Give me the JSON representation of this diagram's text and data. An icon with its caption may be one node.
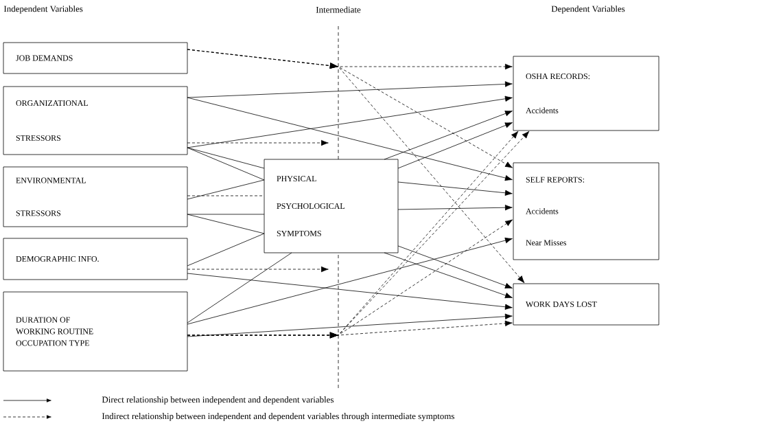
{
  "diagram": {
    "nodes": [
      {
        "text": [
          "JOB DEMANDS"
        ]
      },
      {
        "text": [
          "ORGANIZATIONAL STRESSORS"
        ]
      },
      {
        "text": [
          "ENVIRONMENTAL STRESSORS"
        ]
      },
      {
        "text": [
          "DEMOGRAPHIC INFO."
        ]
      },
      {
        "text": [
          "DURATION OF WORKING ROUTINE OCCUPATION TYPE"
        ]
      },
      {
        "text": [
          "PHYSICAL PSYCHOLOGICAL SYMPTOMS"
        ]
      },
      {
        "text": [
          "OSHA RECORDS:",
          "Accidents"
        ]
      },
      {
        "text": [
          "SELF REPORTS:",
          "Accidents",
          "Near Misses"
        ]
      },
      {
        "text": [
          "WORK DAYS LOST"
        ]
      }
    ],
    "edges": [
      {
        "from": 1,
        "to": 6,
        "arrow": "to"
      },
      {
        "from": 1,
        "to": 7,
        "arrow": "to"
      },
      {
        "from": 1,
        "to": 6,
        "arrow": "to"
      },
      {
        "from": 1,
        "to": 5,
        "arrow": "none"
      },
      {
        "from": 1,
        "to": 5,
        "arrow": "none"
      },
      {
        "from": 2,
        "to": 5,
        "arrow": "none"
      },
      {
        "from": 2,
        "to": 5,
        "arrow": "none"
      },
      {
        "from": 2,
        "to": 5,
        "arrow": "none"
      },
      {
        "from": 3,
        "to": 5,
        "arrow": "none"
      },
      {
        "from": 3,
        "to": 8,
        "arrow": "to"
      },
      {
        "from": 4,
        "to": 5,
        "arrow": "none"
      },
      {
        "from": 4,
        "to": 7,
        "arrow": "to"
      },
      {
        "from": 4,
        "to": 8,
        "arrow": "to"
      },
      {
        "from": 5,
        "to": 6,
        "arrow": "to"
      },
      {
        "from": 5,
        "to": 6,
        "arrow": "to"
      },
      {
        "from": 5,
        "to": 7,
        "arrow": "to"
      },
      {
        "from": 5,
        "to": 7,
        "arrow": "to"
      },
      {
        "from": 5,
        "to": 8,
        "arrow": "to"
      },
      {
        "from": 5,
        "to": 8,
        "arrow": "to"
      },
      {
        "from": 0,
        "to": 6,
        "arrow": "to",
        "style": "dashed"
      },
      {
        "from": 0,
        "to": 7,
        "arrow": "to",
        "style": "dashed"
      },
      {
        "from": 0,
        "to": 8,
        "arrow": "to",
        "style": "dashed"
      },
      {
        "from": 1,
        "to": null,
        "arrow": "to",
        "style": "dashed"
      },
      {
        "from": 2,
        "to": 5,
        "arrow": "none",
        "style": "dashed"
      },
      {
        "from": 3,
        "to": null,
        "arrow": "to",
        "style": "dashed"
      },
      {
        "from": 4,
        "to": 6,
        "arrow": "to",
        "style": "dashed"
      },
      {
        "from": 4,
        "to": 6,
        "arrow": "to",
        "style": "dashed"
      },
      {
        "from": 4,
        "to": 7,
        "arrow": "to",
        "style": "dashed"
      },
      {
        "from": 4,
        "to": 8,
        "arrow": "to",
        "style": "dashed"
      }
    ],
    "labels": [
      "Independent Variables",
      "Intermediate",
      "Dependent Variables"
    ],
    "legend": [
      {
        "text": "Direct relationship between independent and dependent variables"
      },
      {
        "text": "Indirect relationship between independent and dependent variables through intermediate symptoms"
      }
    ]
  }
}
